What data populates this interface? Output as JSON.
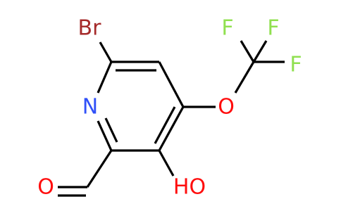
{
  "colors": {
    "bond": "#000000",
    "bromine": "#a52a2a",
    "nitrogen": "#3050f8",
    "oxygen": "#ff0d0d",
    "fluorine": "#90e050"
  },
  "atoms": {
    "br": "Br",
    "n": "N",
    "o_ether": "O",
    "f1": "F",
    "f2": "F",
    "f3": "F",
    "oh": "HO",
    "o_aldehyde": "O"
  }
}
